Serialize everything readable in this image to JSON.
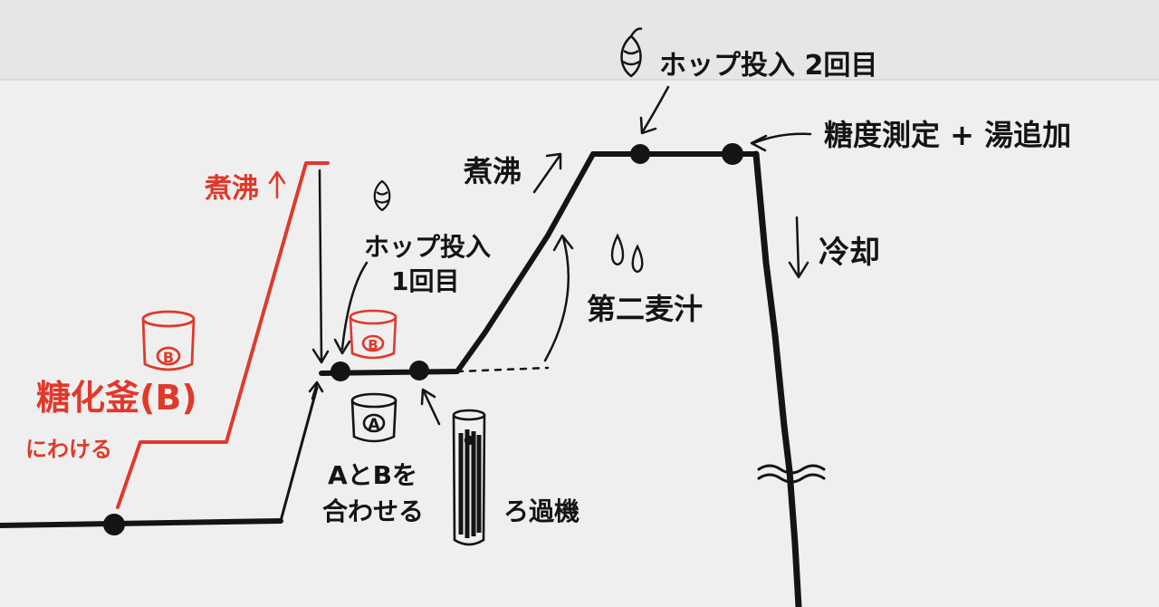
{
  "labels": {
    "hop_second": "ホップ投入 2回目",
    "gravity_measure": "糖度測定 + 湯追加",
    "boil_black": "煮沸",
    "boil_red": "煮沸",
    "hop_first_line1": "ホップ投入",
    "hop_first_line2": "1回目",
    "cooling": "冷却",
    "second_wort": "第二麦汁",
    "saccharify_line1": "糖化釜(B)",
    "saccharify_line2": "にわける",
    "combine_line1": "AとBを",
    "combine_line2": "合わせる",
    "filter": "ろ過機",
    "pot_a": "A",
    "pot_b_red": "B",
    "pot_b_small": "B"
  },
  "colors": {
    "ink": "#141414",
    "red": "#e0392b",
    "paper": "#f3f3f3",
    "tint": "#e9e9e9"
  },
  "icons": [
    "hop-icon",
    "pot-icon",
    "drop-icon",
    "filter-column-icon",
    "arrow-icon"
  ]
}
